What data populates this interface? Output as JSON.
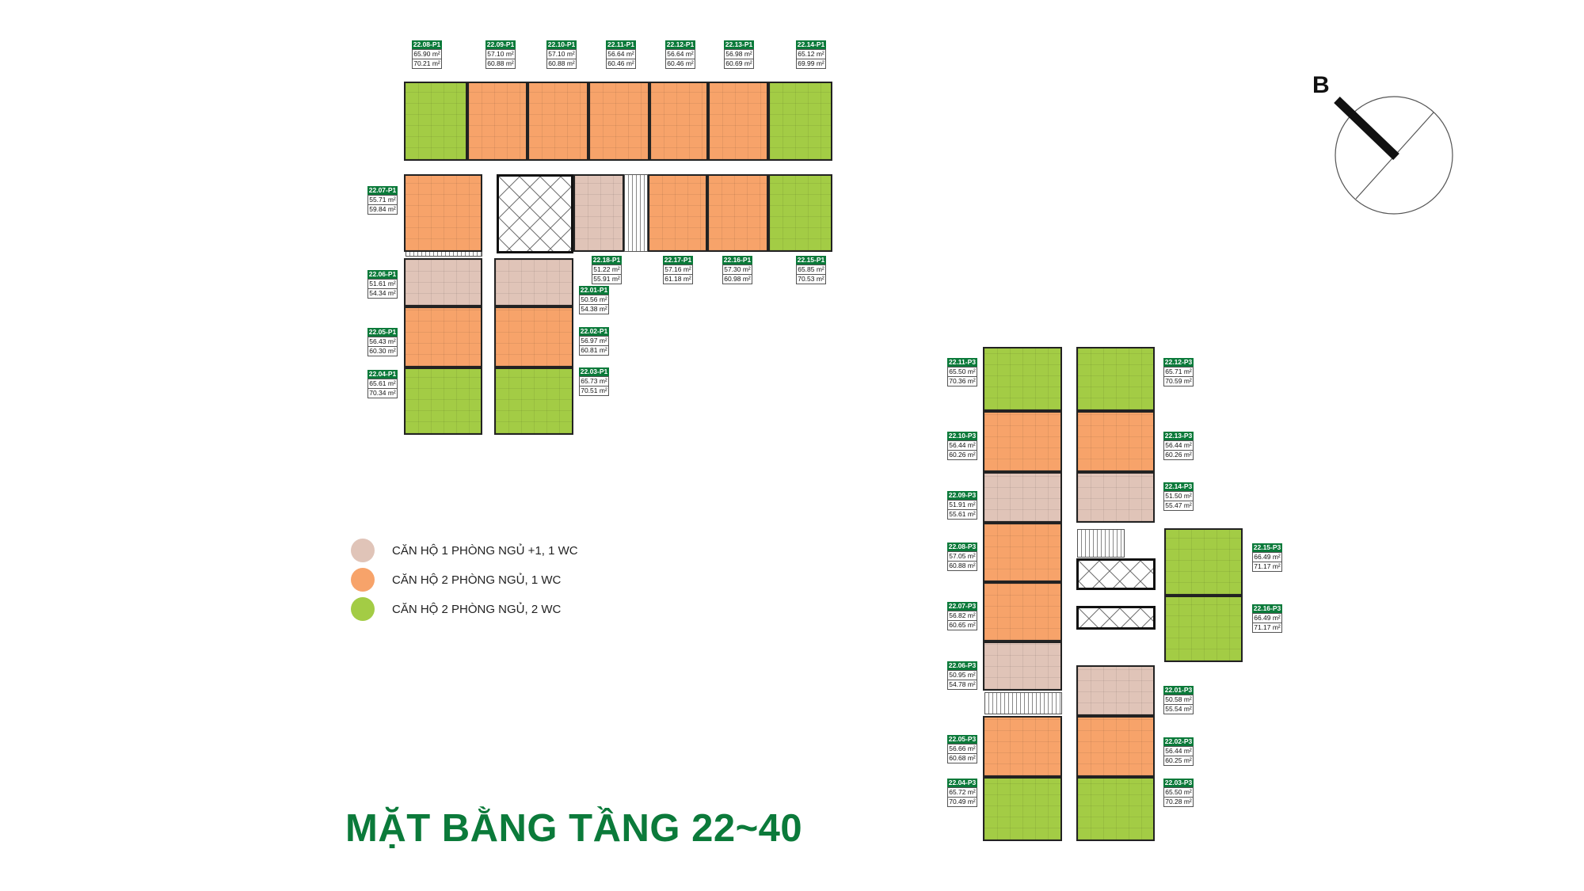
{
  "title": "MẶT BẰNG TẦNG 22~40",
  "compass": {
    "label": "B"
  },
  "colors": {
    "type1": "#e0c4b8",
    "type2": "#f7a36a",
    "type3": "#a3cc45",
    "label_header": "#0b7a3a"
  },
  "legend": [
    {
      "type": "type1",
      "text": "CĂN HỘ 1 PHÒNG NGỦ +1, 1 WC"
    },
    {
      "type": "type2",
      "text": "CĂN HỘ 2 PHÒNG NGỦ, 1 WC"
    },
    {
      "type": "type3",
      "text": "CĂN HỘ 2 PHÒNG NGỦ, 2 WC"
    }
  ],
  "units": [
    {
      "code": "22.08-P1",
      "a1": "65.90 m²",
      "a2": "70.21 m²",
      "type": 3
    },
    {
      "code": "22.09-P1",
      "a1": "57.10 m²",
      "a2": "60.88 m²",
      "type": 2
    },
    {
      "code": "22.10-P1",
      "a1": "57.10 m²",
      "a2": "60.88 m²",
      "type": 2
    },
    {
      "code": "22.11-P1",
      "a1": "56.64 m²",
      "a2": "60.46 m²",
      "type": 2
    },
    {
      "code": "22.12-P1",
      "a1": "56.64 m²",
      "a2": "60.46 m²",
      "type": 2
    },
    {
      "code": "22.13-P1",
      "a1": "56.98 m²",
      "a2": "60.69 m²",
      "type": 2
    },
    {
      "code": "22.14-P1",
      "a1": "65.12 m²",
      "a2": "69.99 m²",
      "type": 3
    },
    {
      "code": "22.07-P1",
      "a1": "55.71 m²",
      "a2": "59.84 m²",
      "type": 2
    },
    {
      "code": "22.18-P1",
      "a1": "51.22 m²",
      "a2": "55.91 m²",
      "type": 1
    },
    {
      "code": "22.17-P1",
      "a1": "57.16 m²",
      "a2": "61.18 m²",
      "type": 2
    },
    {
      "code": "22.16-P1",
      "a1": "57.30 m²",
      "a2": "60.98 m²",
      "type": 2
    },
    {
      "code": "22.15-P1",
      "a1": "65.85 m²",
      "a2": "70.53 m²",
      "type": 3
    },
    {
      "code": "22.06-P1",
      "a1": "51.61 m²",
      "a2": "54.34 m²",
      "type": 1
    },
    {
      "code": "22.05-P1",
      "a1": "56.43 m²",
      "a2": "60.30 m²",
      "type": 2
    },
    {
      "code": "22.04-P1",
      "a1": "65.61 m²",
      "a2": "70.34 m²",
      "type": 3
    },
    {
      "code": "22.01-P1",
      "a1": "50.56 m²",
      "a2": "54.38 m²",
      "type": 1
    },
    {
      "code": "22.02-P1",
      "a1": "56.97 m²",
      "a2": "60.81 m²",
      "type": 2
    },
    {
      "code": "22.03-P1",
      "a1": "65.73 m²",
      "a2": "70.51 m²",
      "type": 3
    },
    {
      "code": "22.11-P3",
      "a1": "65.50 m²",
      "a2": "70.36 m²",
      "type": 3
    },
    {
      "code": "22.10-P3",
      "a1": "56.44 m²",
      "a2": "60.26 m²",
      "type": 2
    },
    {
      "code": "22.09-P3",
      "a1": "51.91 m²",
      "a2": "55.61 m²",
      "type": 1
    },
    {
      "code": "22.08-P3",
      "a1": "57.05 m²",
      "a2": "60.88 m²",
      "type": 2
    },
    {
      "code": "22.07-P3",
      "a1": "56.82 m²",
      "a2": "60.65 m²",
      "type": 2
    },
    {
      "code": "22.06-P3",
      "a1": "50.95 m²",
      "a2": "54.78 m²",
      "type": 1
    },
    {
      "code": "22.05-P3",
      "a1": "56.66 m²",
      "a2": "60.68 m²",
      "type": 2
    },
    {
      "code": "22.04-P3",
      "a1": "65.72 m²",
      "a2": "70.49 m²",
      "type": 3
    },
    {
      "code": "22.12-P3",
      "a1": "65.71 m²",
      "a2": "70.59 m²",
      "type": 3
    },
    {
      "code": "22.13-P3",
      "a1": "56.44 m²",
      "a2": "60.26 m²",
      "type": 2
    },
    {
      "code": "22.14-P3",
      "a1": "51.50 m²",
      "a2": "55.47 m²",
      "type": 1
    },
    {
      "code": "22.01-P3",
      "a1": "50.58 m²",
      "a2": "55.54 m²",
      "type": 1
    },
    {
      "code": "22.02-P3",
      "a1": "56.44 m²",
      "a2": "60.25 m²",
      "type": 2
    },
    {
      "code": "22.03-P3",
      "a1": "65.50 m²",
      "a2": "70.28 m²",
      "type": 3
    },
    {
      "code": "22.15-P3",
      "a1": "66.49 m²",
      "a2": "71.17 m²",
      "type": 3
    },
    {
      "code": "22.16-P3",
      "a1": "66.49 m²",
      "a2": "71.17 m²",
      "type": 3
    }
  ]
}
